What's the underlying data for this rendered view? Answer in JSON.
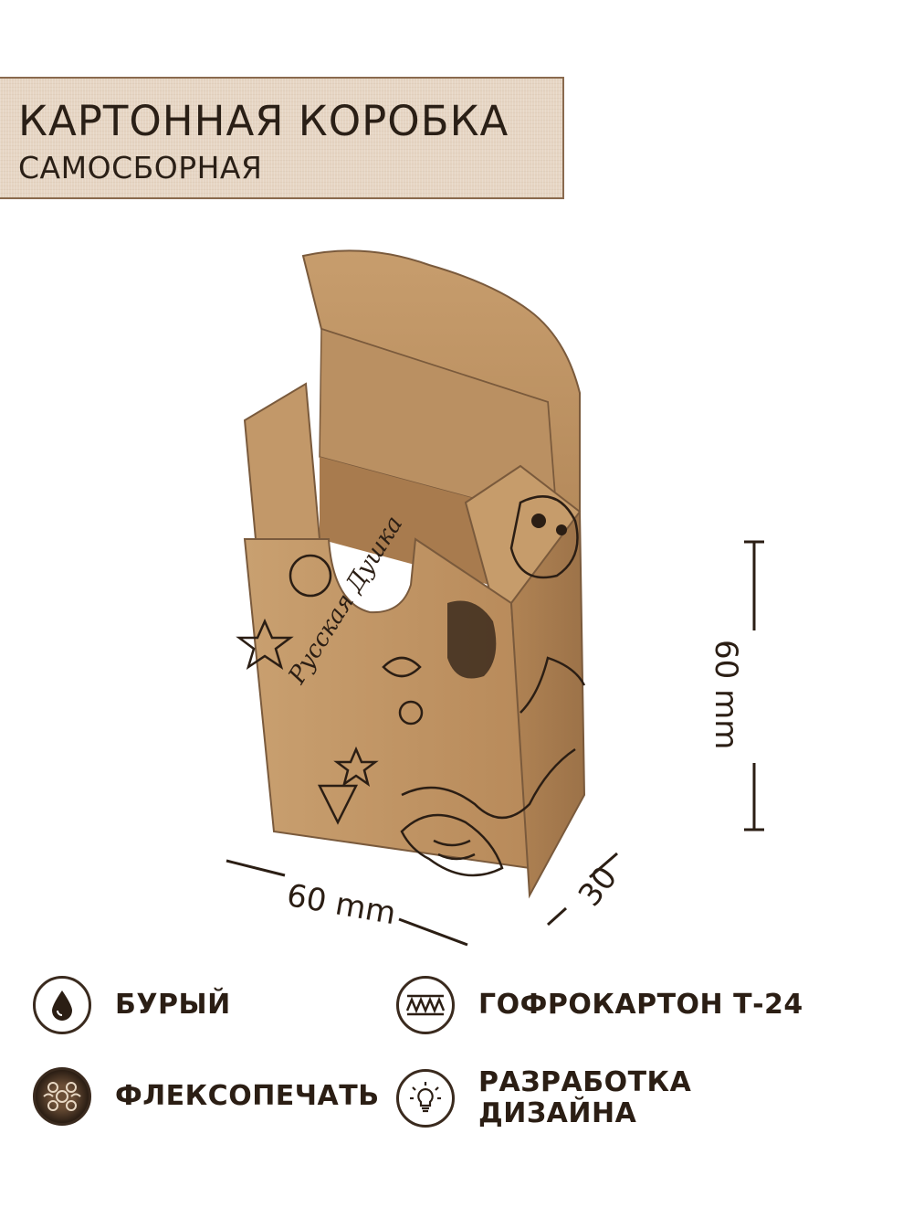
{
  "header": {
    "title": "КАРТОННАЯ КОРОБКА",
    "subtitle": "САМОСБОРНАЯ"
  },
  "dimensions": {
    "height": "60 mm",
    "width": "60 mm",
    "depth": "30"
  },
  "features": {
    "color": {
      "label": "БУРЫЙ",
      "icon": "drop-icon"
    },
    "print": {
      "label": "ФЛЕКСОПЕЧАТЬ",
      "icon": "pattern-icon"
    },
    "material": {
      "label": "ГОФРОКАРТОН Т-24",
      "icon": "corrugated-icon"
    },
    "design": {
      "label_line1": "РАЗРАБОТКА",
      "label_line2": "ДИЗАЙНА",
      "icon": "lightbulb-icon"
    }
  },
  "product": {
    "print_text": "Русская Душка"
  },
  "colors": {
    "kraft": "#c49a6c",
    "kraft_dark": "#a87e52",
    "ink": "#2b1e14",
    "banner": "#e6d5c3"
  }
}
